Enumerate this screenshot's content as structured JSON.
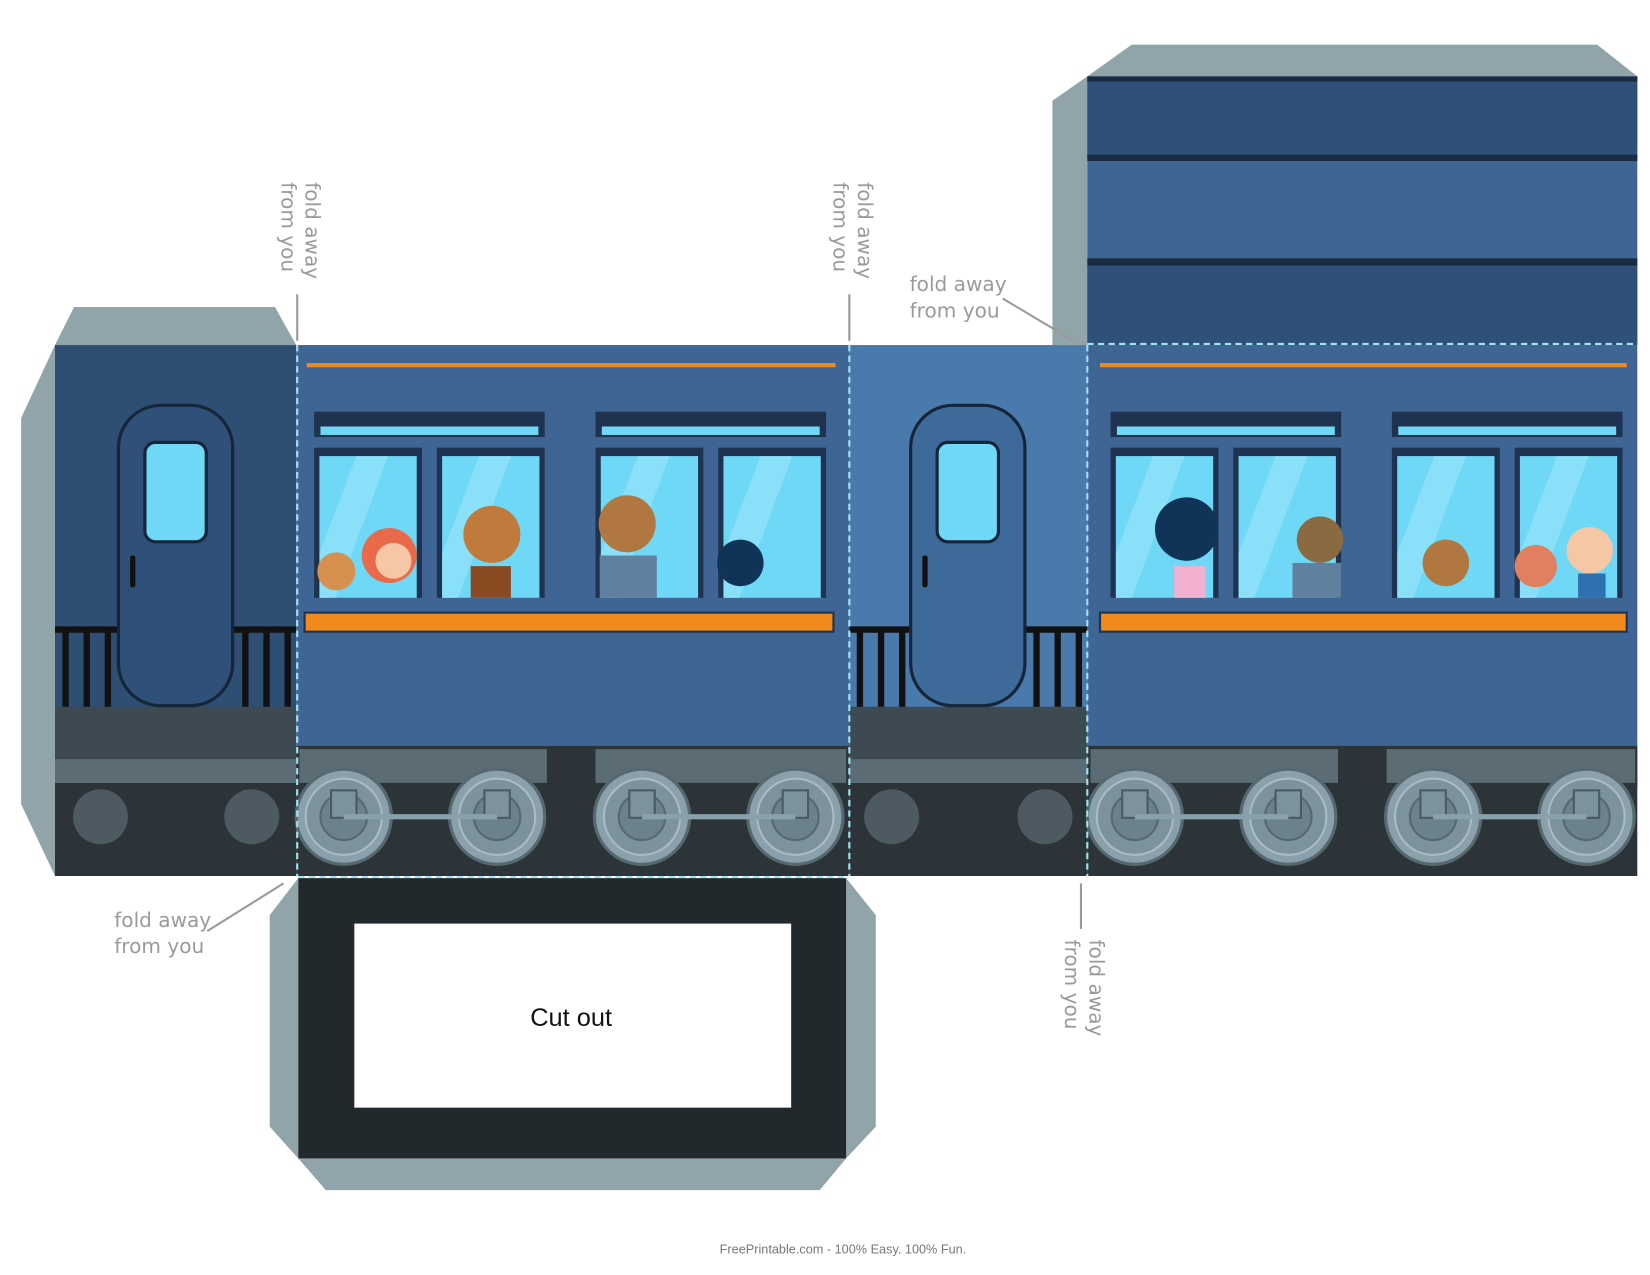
{
  "fold_label": {
    "line1": "fold away",
    "line2": "from you"
  },
  "cut_out_label": "Cut out",
  "footer": "FreePrintable.com - 100% Easy. 100% Fun.",
  "colors": {
    "body_blue": "#3e6594",
    "end_blue_dark": "#2f4e74",
    "end_blue_light": "#4a79ab",
    "flap_gray": "#90a4aa",
    "stripe_orange": "#f08a1c",
    "window_cyan": "#6fd8f6",
    "undercarriage": "#2c3439"
  }
}
